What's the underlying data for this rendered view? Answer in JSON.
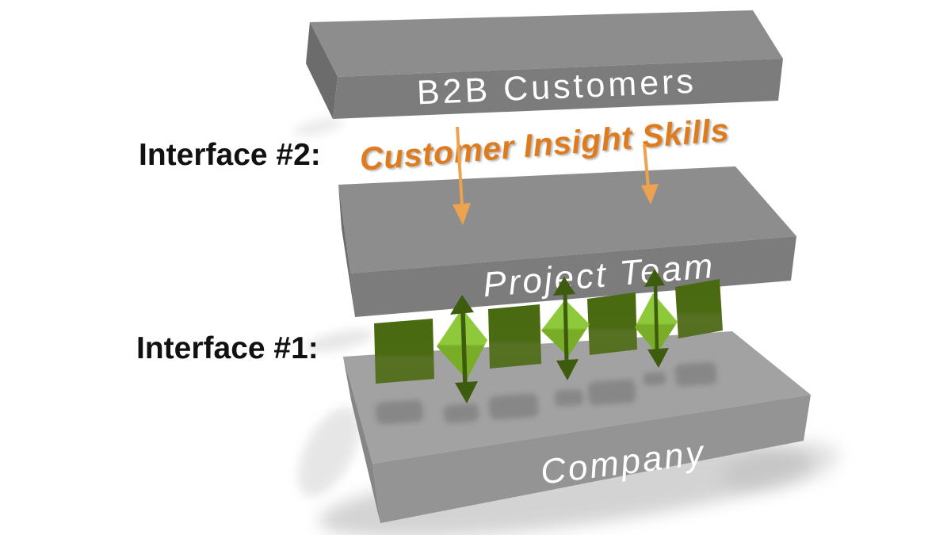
{
  "diagram": {
    "layers": [
      {
        "id": "b2b-customers",
        "label": "B2B Customers"
      },
      {
        "id": "project-team",
        "label": "Project Team"
      },
      {
        "id": "company",
        "label": "Company"
      }
    ],
    "interfaces": [
      {
        "id": "interface-2",
        "label": "Interface #2:",
        "title": "Customer Insight Skills",
        "down_arrow_count": 2
      },
      {
        "id": "interface-1",
        "label": "Interface #1:",
        "square_count": 4,
        "diamond_count": 3,
        "double_arrow_count": 3
      }
    ]
  },
  "colors": {
    "background": "#ffffff",
    "slab_top": "#8d8d8d",
    "slab_front": "#7c7c7c",
    "slab_left": "#6c6c6c",
    "bottom_slab_top": "#a2a2a2",
    "bottom_slab_front": "#949494",
    "bottom_slab_left": "#868686",
    "slab_text": "#ffffff",
    "interface_label_text": "#111111",
    "insight_text": "#dd7b1e",
    "insight_arrow": "#eda24f",
    "square_green": "#4b6b13",
    "diamond_green_top": "#8ec93c",
    "diamond_green_bottom": "#79ad27",
    "link_arrow_green": "#3d5c0e",
    "surface_shadow": "#6e6e6e",
    "ground_shadow": "#b0b0b0"
  }
}
